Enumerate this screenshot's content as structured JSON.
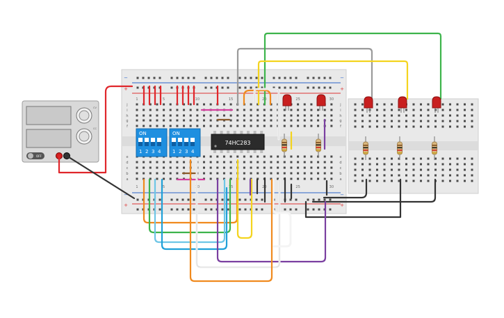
{
  "power_supply": {
    "off_label": "OFF",
    "knob_labels": [
      "CV",
      "CC"
    ]
  },
  "main_breadboard": {
    "col_numbers_top": [
      "1",
      "5",
      "10",
      "15",
      "20",
      "25",
      "30"
    ],
    "col_numbers_bottom": [
      "1",
      "5",
      "10",
      "15",
      "20",
      "25",
      "30"
    ],
    "row_letters_top": [
      "j",
      "i",
      "h",
      "g",
      "f"
    ],
    "row_letters_bottom": [
      "e",
      "d",
      "c",
      "b",
      "a"
    ],
    "rail_plus": "+",
    "rail_minus": "−"
  },
  "dip_switches": [
    {
      "on_label": "ON",
      "numbers": [
        "1",
        "2",
        "3",
        "4"
      ]
    },
    {
      "on_label": "ON",
      "numbers": [
        "1",
        "2",
        "3",
        "4"
      ]
    }
  ],
  "ic_chip": {
    "label": "74HC283"
  },
  "colors": {
    "red_wire": "#e0262b",
    "black_wire": "#333333",
    "orange_wire": "#f08a1e",
    "green_wire": "#3cb44b",
    "lightblue_wire": "#6ec6e6",
    "blue_wire": "#1fa0d8",
    "purple_wire": "#7a3fa0",
    "yellow_wire": "#f4d41e",
    "gray_wire": "#9a9a9a",
    "white_wire": "#f4f4f4",
    "pink_wire": "#d6409f",
    "led": "#c81f1f",
    "dip": "#1e8fe0",
    "board": "#e9e9e9"
  }
}
